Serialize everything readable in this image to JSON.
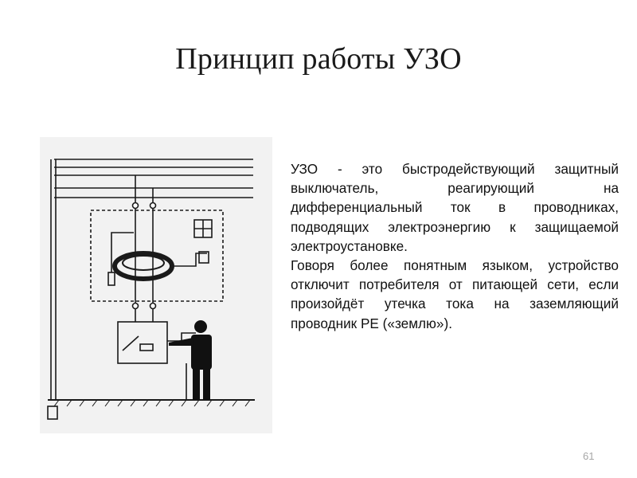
{
  "slide": {
    "title": "Принцип работы УЗО",
    "paragraphs": [
      "УЗО - это быстродействующий защитный выключатель, реагирующий на дифференциальный ток в проводниках, подводящих электроэнергию к защищаемой электроустановке.",
      "Говоря более понятным языком, устройство отключит потребителя от питающей сети, если произойдёт утечка тока на заземляющий проводник PE («землю»)."
    ],
    "page_number": "61"
  },
  "figure": {
    "icon": "rcd-wiring-diagram",
    "colors": {
      "background": "#f2f2f2",
      "ink": "#1a1a1a"
    }
  }
}
